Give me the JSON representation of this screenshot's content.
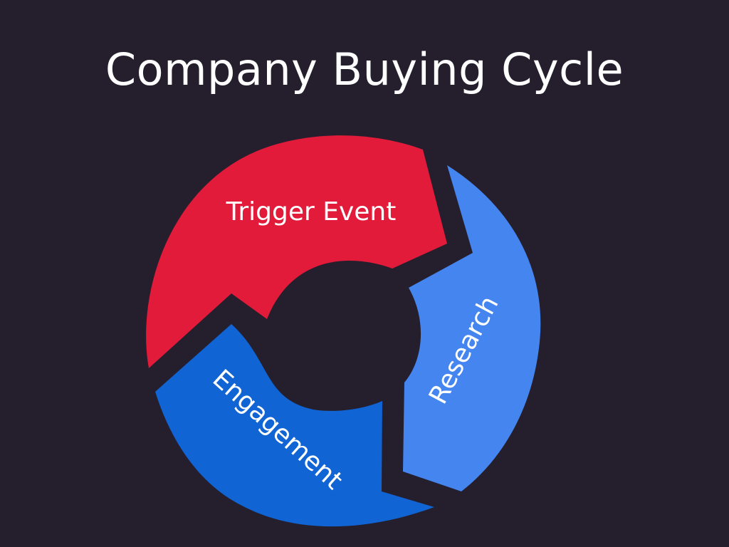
{
  "slide": {
    "title": "Company Buying Cycle"
  },
  "cycle": {
    "segments": [
      {
        "label": "Trigger Event",
        "color": "#e21b3a"
      },
      {
        "label": "Research",
        "color": "#4585f0"
      },
      {
        "label": "Engagement",
        "color": "#1064d4"
      }
    ],
    "background": "#251f2d"
  }
}
